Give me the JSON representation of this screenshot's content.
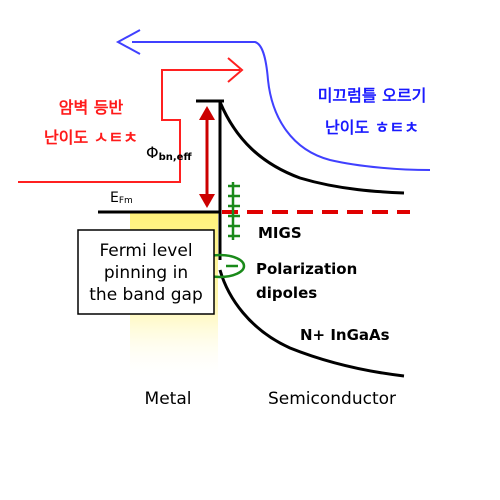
{
  "labels": {
    "barrier_climb_line1": "암벽 등반",
    "barrier_climb_line2": "난이도 ㅅㅌㅊ",
    "slide_line1": "미끄럼틀 오르기",
    "slide_line2": "난이도 ㅎㅌㅊ",
    "phi_main": "Φ",
    "phi_sub": "bn,eff",
    "efm_main": "E",
    "efm_sub": "Fm",
    "migs": "MIGS",
    "polarization_line1": "Polarization",
    "polarization_line2": "dipoles",
    "semiconductor_type": "N+ InGaAs",
    "fermi_box_line1": "Fermi level",
    "fermi_box_line2": "pinning in",
    "fermi_box_line3": "the band gap",
    "metal": "Metal",
    "semiconductor": "Semiconductor"
  },
  "colors": {
    "climb_path": "#ff2020",
    "slide_path": "#4040ff",
    "fermi_dashed": "#e00000",
    "barrier_arrow": "#cc0000",
    "migs_and_dipole": "#1a8a1a",
    "metal_glow": "#fff060"
  }
}
